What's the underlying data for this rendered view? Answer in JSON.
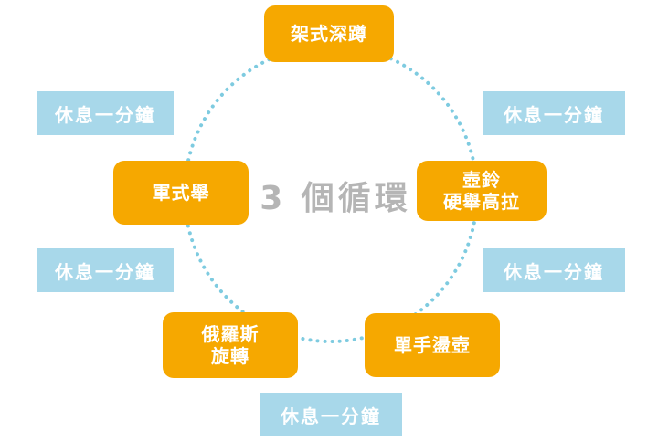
{
  "center_title": "3 個循環",
  "stations": [
    {
      "lines": [
        "架式深蹲"
      ]
    },
    {
      "lines": [
        "壺鈴",
        "硬舉高拉"
      ]
    },
    {
      "lines": [
        "單手盪壺"
      ]
    },
    {
      "lines": [
        "俄羅斯",
        "旋轉"
      ]
    },
    {
      "lines": [
        "軍式舉"
      ]
    }
  ],
  "rests": [
    "休息一分鐘",
    "休息一分鐘",
    "休息一分鐘",
    "休息一分鐘",
    "休息一分鐘"
  ],
  "colors": {
    "station_fill": "#f6a800",
    "rest_fill": "#a8d8ea",
    "ring_dots": "#7ecbe0",
    "center_text": "#b5b5b5"
  }
}
